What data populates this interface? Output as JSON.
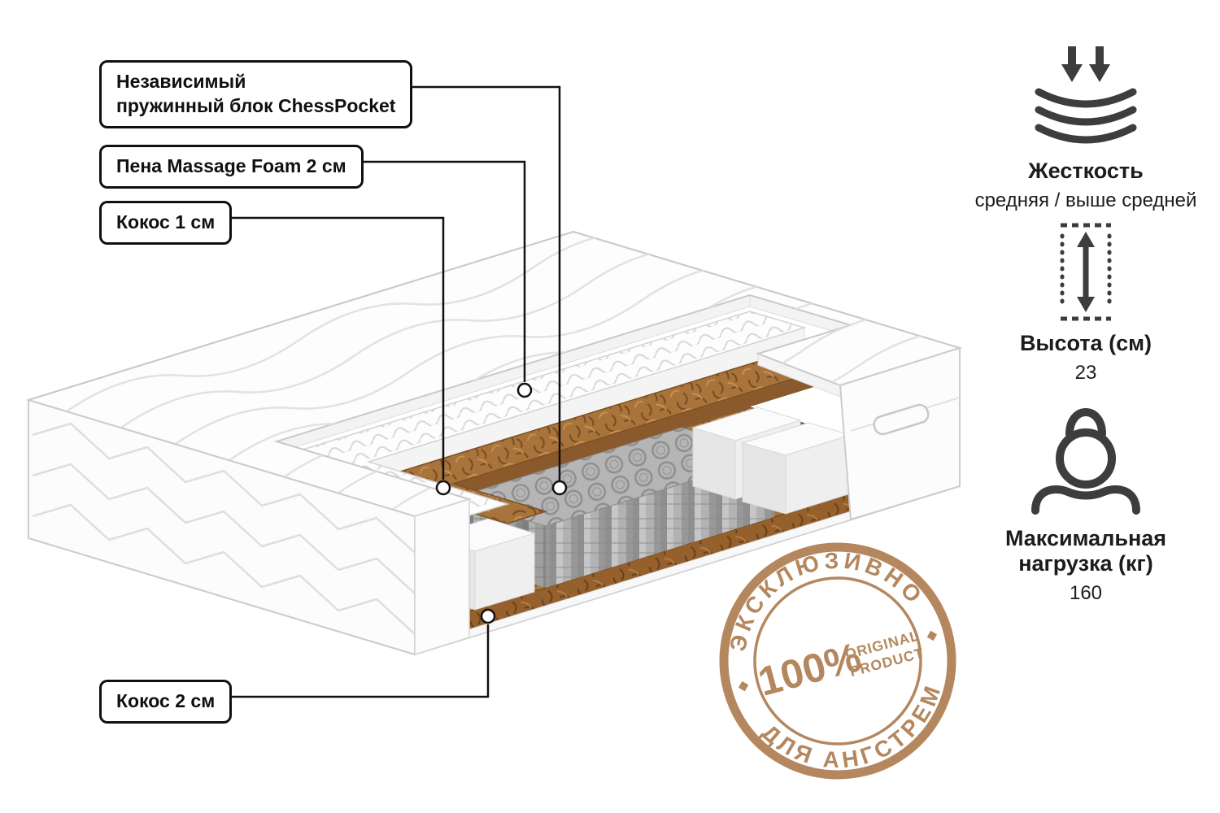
{
  "callouts": {
    "spring": {
      "line1": "Независимый",
      "line2": "пружинный блок ChessPocket"
    },
    "foam": {
      "label": "Пена Massage Foam 2 см"
    },
    "coconut_top": {
      "label": "Кокос 1 см"
    },
    "coconut_bottom": {
      "label": "Кокос 2 см"
    }
  },
  "features": [
    {
      "title": "Жесткость",
      "value": "средняя / выше средней",
      "icon": "pressure-arrows-icon"
    },
    {
      "title": "Высота (см)",
      "value": "23",
      "icon": "height-arrow-icon"
    },
    {
      "title": "Максимальная нагрузка (кг)",
      "value": "160",
      "icon": "kettlebell-icon"
    }
  ],
  "stamp": {
    "arc_top": "ЭКСКЛЮЗИВНО",
    "arc_bottom": "ДЛЯ АНГСТРЕМ",
    "percent": "100%",
    "word1": "ORIGINAL",
    "word2": "PRODUCT"
  },
  "colors": {
    "coconut": "#a9743c",
    "coconut_dark": "#96602c",
    "spring_gray": "#b3b3b3",
    "stamp_brown": "#b08156",
    "text": "#1c1c1c"
  }
}
